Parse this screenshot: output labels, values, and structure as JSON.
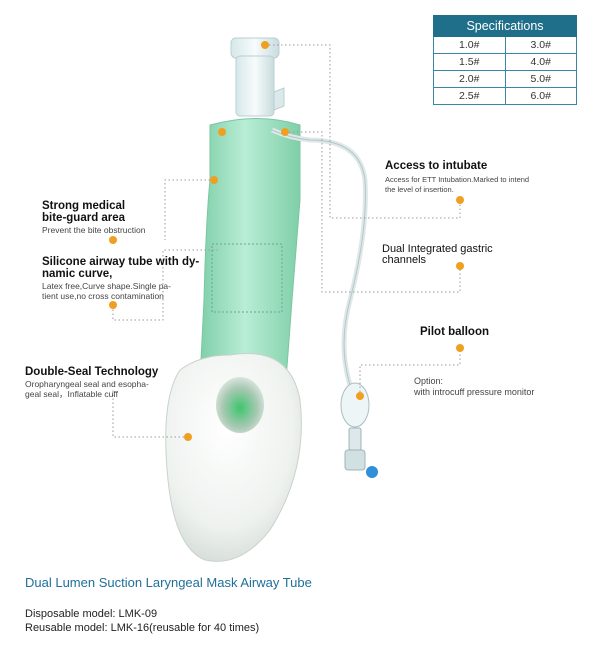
{
  "specifications": {
    "title": "Specifications",
    "rows": [
      [
        "1.0#",
        "3.0#"
      ],
      [
        "1.5#",
        "4.0#"
      ],
      [
        "2.0#",
        "5.0#"
      ],
      [
        "2.5#",
        "6.0#"
      ]
    ]
  },
  "callouts": {
    "bite_guard": {
      "title_line1": "Strong medical",
      "title_line2": "bite-guard area",
      "desc_line1": "Prevent the bite obstruction"
    },
    "airway_tube": {
      "title_line1": "Silicone airway tube with dy-",
      "title_line2": "namic curve,",
      "desc_line1": "Latex free,Curve shape.Single pa-",
      "desc_line2": "tient use,no cross contamination"
    },
    "double_seal": {
      "title_line1": "Double-Seal Technology",
      "desc_line1": "Oropharyngeal seal and esopha-",
      "desc_line2": "geal seal，Inflatable cuff"
    },
    "intubate": {
      "title_line1": "Access to intubate",
      "desc_line1": "Access for ETT Intubation.Marked to intend",
      "desc_line2": "the level of insertion."
    },
    "gastric": {
      "title_line1": "Dual Integrated gastric",
      "title_line2": "channels"
    },
    "pilot": {
      "title_line1": "Pilot balloon",
      "desc_line1": "Option:",
      "desc_line2": "with introcuff pressure monitor"
    }
  },
  "product_name": "Dual Lumen Suction Laryngeal Mask Airway Tube",
  "models": {
    "disposable": "Disposable model: LMK-09",
    "reusable": "Reusable model: LMK-16(reusable for 40 times)"
  },
  "colors": {
    "accent": "#1f6f8a",
    "marker": "#f0a020",
    "tube_green": "#9fe0c4"
  }
}
